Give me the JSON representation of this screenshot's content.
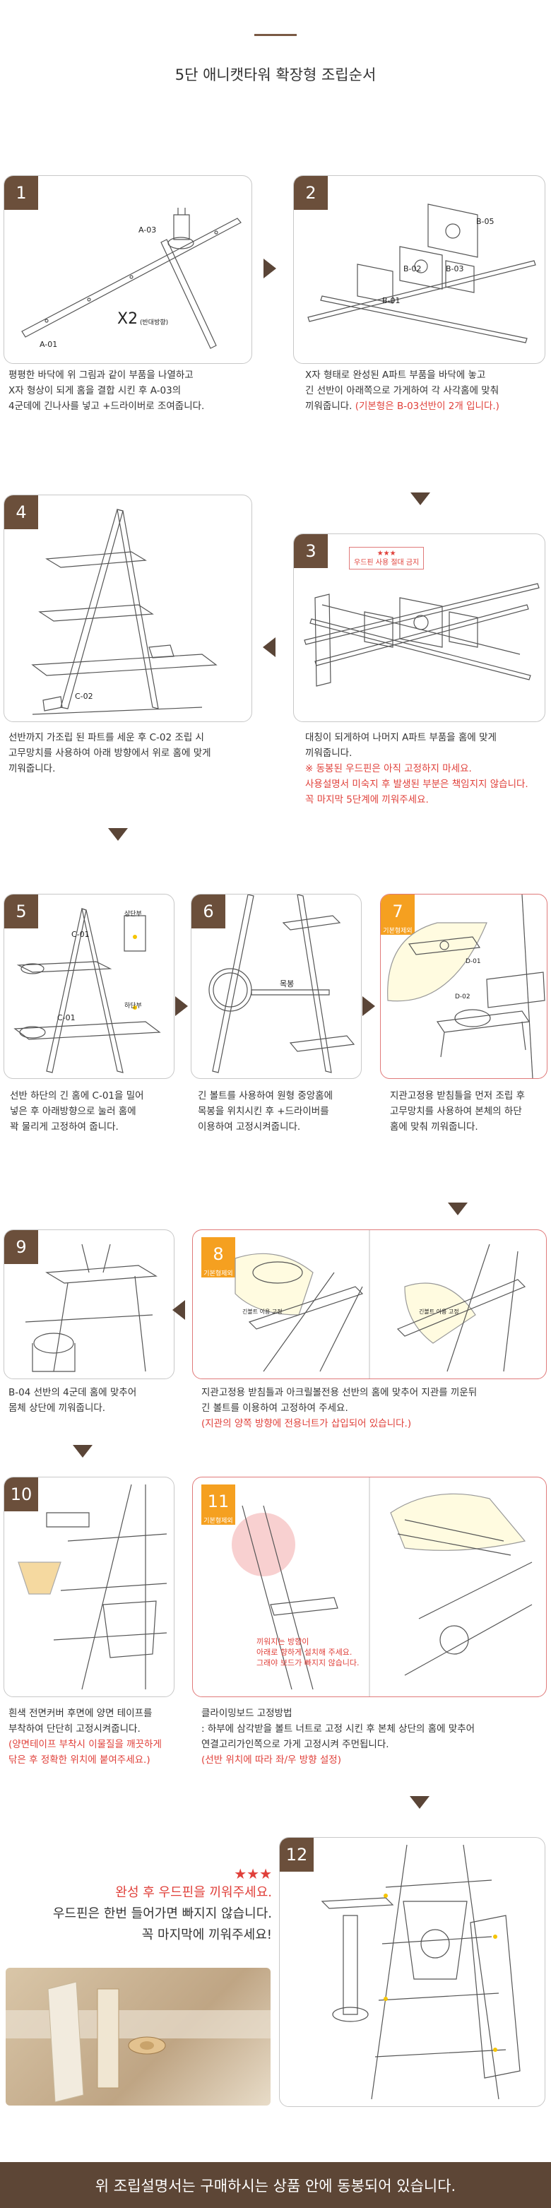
{
  "title": "5단 애니캣타워 확장형 조립순서",
  "steps": {
    "s1": {
      "num": "1",
      "labels": {
        "a03": "A-03",
        "x2": "X2",
        "x2_note": "(반대방향)",
        "a01": "A-01"
      },
      "caption": [
        "평평한 바닥에 위 그림과 같이 부품을 나열하고",
        "X자 형상이 되게 홈을 결합 시킨 후 A-03의",
        "4군데에 긴나사를 넣고 +드라이버로 조여줍니다."
      ]
    },
    "s2": {
      "num": "2",
      "labels": {
        "b05": "B-05",
        "b02": "B-02",
        "b03": "B-03",
        "b01": "B-01"
      },
      "caption": [
        "X자 형태로 완성된 A파트 부품을 바닥에 놓고",
        "긴 선반이 아래쪽으로 가게하여 각 사각홈에 맞춰",
        "끼워줍니다."
      ],
      "caption_red": "(기본형은 B-03선반이 2개 입니다.)"
    },
    "s3": {
      "num": "3",
      "warn_stars": "★★★",
      "warn_text": "우드핀 사용 절대 금지",
      "caption": [
        "대칭이 되게하여 나머지 A파트 부품을 홈에 맞게",
        "끼워줍니다."
      ],
      "caption_red": [
        "※ 동봉된 우드핀은 아직 고정하지 마세요.",
        "사용설명서 미숙지 후 발생된 부분은 책임지지 않습니다.",
        "꼭 마지막 5단계에 끼워주세요."
      ]
    },
    "s4": {
      "num": "4",
      "labels": {
        "c02": "C-02"
      },
      "caption": [
        "선반까지 가조립 된 파트를 세운 후 C-02 조립 시",
        "고무망치를 사용하여 아래 방향에서 위로 홈에 맞게",
        "끼워줍니다."
      ]
    },
    "s5": {
      "num": "5",
      "labels": {
        "top": "상단부",
        "c01a": "C-01",
        "bottom": "하단부",
        "c01b": "C-01"
      },
      "caption": [
        "선반 하단의 긴 홈에 C-01을 밀어",
        "넣은 후 아래방향으로 눌러 홈에",
        "꽉 물리게 고정하여 줍니다."
      ]
    },
    "s6": {
      "num": "6",
      "labels": {
        "pole": "목봉"
      },
      "caption": [
        "긴 볼트를 사용하여 원형 중앙홈에",
        "목봉을 위치시킨 후 +드라이버를",
        "이용하여 고정시켜줍니다."
      ]
    },
    "s7": {
      "num": "7",
      "sub": "기본형제외",
      "labels": {
        "d01": "D-01",
        "d02": "D-02"
      },
      "caption": [
        "지관고정용 받침틀을 먼저 조립 후",
        "고무망치를 사용하여 본체의 하단",
        "홈에 맞춰 끼워줍니다."
      ]
    },
    "s8": {
      "num": "8",
      "sub": "기본형제외",
      "labels": {
        "a": "긴볼트 이용 고정",
        "b": "긴볼트 이용 고정"
      },
      "caption": [
        "지관고정용 받침틀과 아크릴볼전용 선반의 홈에 맞추어 지관를 끼운뒤",
        "긴 볼트를 이용하여 고정하여 주세요."
      ],
      "caption_red": "(지관의 양쪽 방향에 전용너트가 삽입되어 있습니다.)"
    },
    "s9": {
      "num": "9",
      "caption": [
        "B-04 선반의 4군데 홈에 맞추어",
        "몸체 상단에 끼워줍니다."
      ]
    },
    "s10": {
      "num": "10",
      "caption": [
        "흰색 전면커버 후면에 양면 테이프를",
        "부착하여 단단히 고정시켜줍니다."
      ],
      "caption_red": [
        "(양면테이프 부착시 이물질을 깨끗하게",
        "닦은 후 정확한 위치에 붙여주세요.)"
      ]
    },
    "s11": {
      "num": "11",
      "sub": "기본형제외",
      "note": [
        "끼워지는 방향이",
        "아래로 향하게 설치해 주세요.",
        "그래야 보드가 빠지지 않습니다."
      ],
      "caption": [
        "클라이밍보드 고정방법",
        ": 하부에 삼각받을 볼트 너트로 고정 시킨 후 본체 상단의 홈에 맞추어",
        "  연결고리가인쪽으로 가게 고정시켜 주먼됩니다."
      ],
      "caption_red": "(선반 위치에 따라 좌/우 방향 설정)"
    },
    "s12": {
      "num": "12"
    }
  },
  "final": {
    "stars": "★★★",
    "line1": "완성 후 우드핀을 끼워주세요.",
    "line2": "우드핀은 한번 들어가면 빠지지 않습니다.",
    "line3": "꼭 마지막에 끼워주세요!"
  },
  "footer": "위 조립설명서는 구매하시는 상품 안에 동봉되어 있습니다.",
  "colors": {
    "brown": "#6b4f3b",
    "red": "#e0403a",
    "orange": "#f5a020",
    "footer": "#5d4636"
  }
}
